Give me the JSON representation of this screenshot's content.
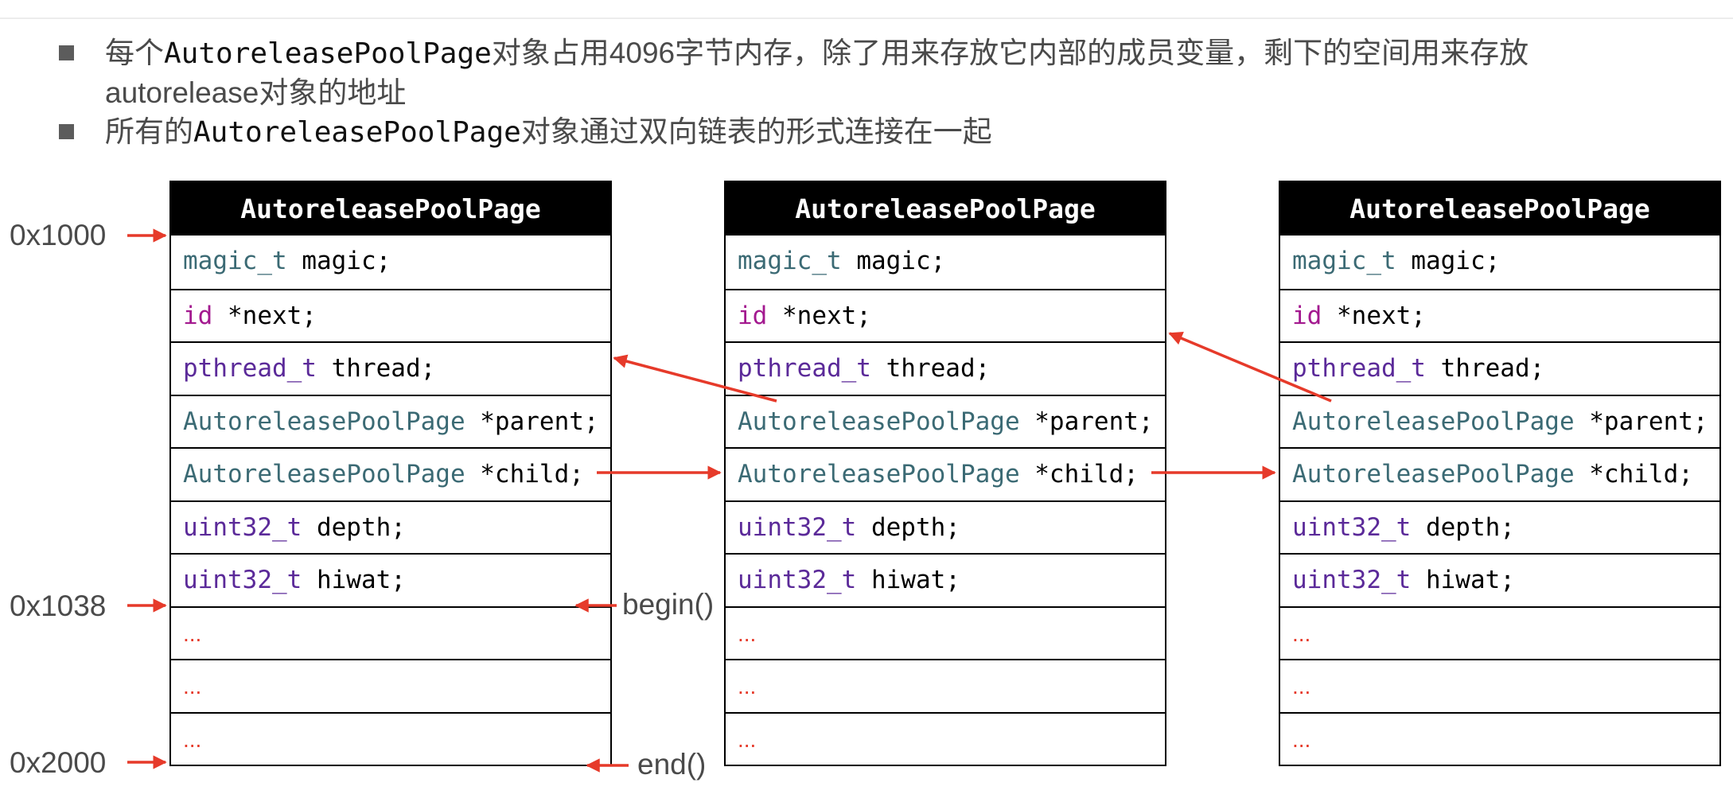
{
  "bullets": [
    {
      "pre": "每个",
      "code": "AutoreleasePoolPage",
      "post": "对象占用4096字节内存，除了用来存放它内部的成员变量，剩下的空间用来存放",
      "line2": "autorelease对象的地址"
    },
    {
      "pre": "所有的",
      "code": "AutoreleasePoolPage",
      "post": "对象通过双向链表的形式连接在一起"
    }
  ],
  "page_title": "AutoreleasePoolPage",
  "fields": [
    {
      "type": "magic_t",
      "name": " magic;"
    },
    {
      "type": "id",
      "name": " *next;"
    },
    {
      "type": "pthread_t",
      "name": " thread;"
    },
    {
      "type": "AutoreleasePoolPage",
      "name": " *parent;"
    },
    {
      "type": "AutoreleasePoolPage",
      "name": " *child;"
    },
    {
      "type": "uint32_t",
      "name": " depth;"
    },
    {
      "type": "uint32_t",
      "name": " hiwat;"
    }
  ],
  "ellipsis": "...",
  "addresses": {
    "start": "0x1000",
    "begin": "0x1038",
    "end": "0x2000"
  },
  "markers": {
    "begin": "begin()",
    "end": "end()"
  },
  "colors": {
    "arrow": "#e63a2a",
    "header_bg": "#000000",
    "type_teal": "#3b6a74",
    "type_purple": "#5b2a99",
    "type_magenta": "#a3198f"
  }
}
